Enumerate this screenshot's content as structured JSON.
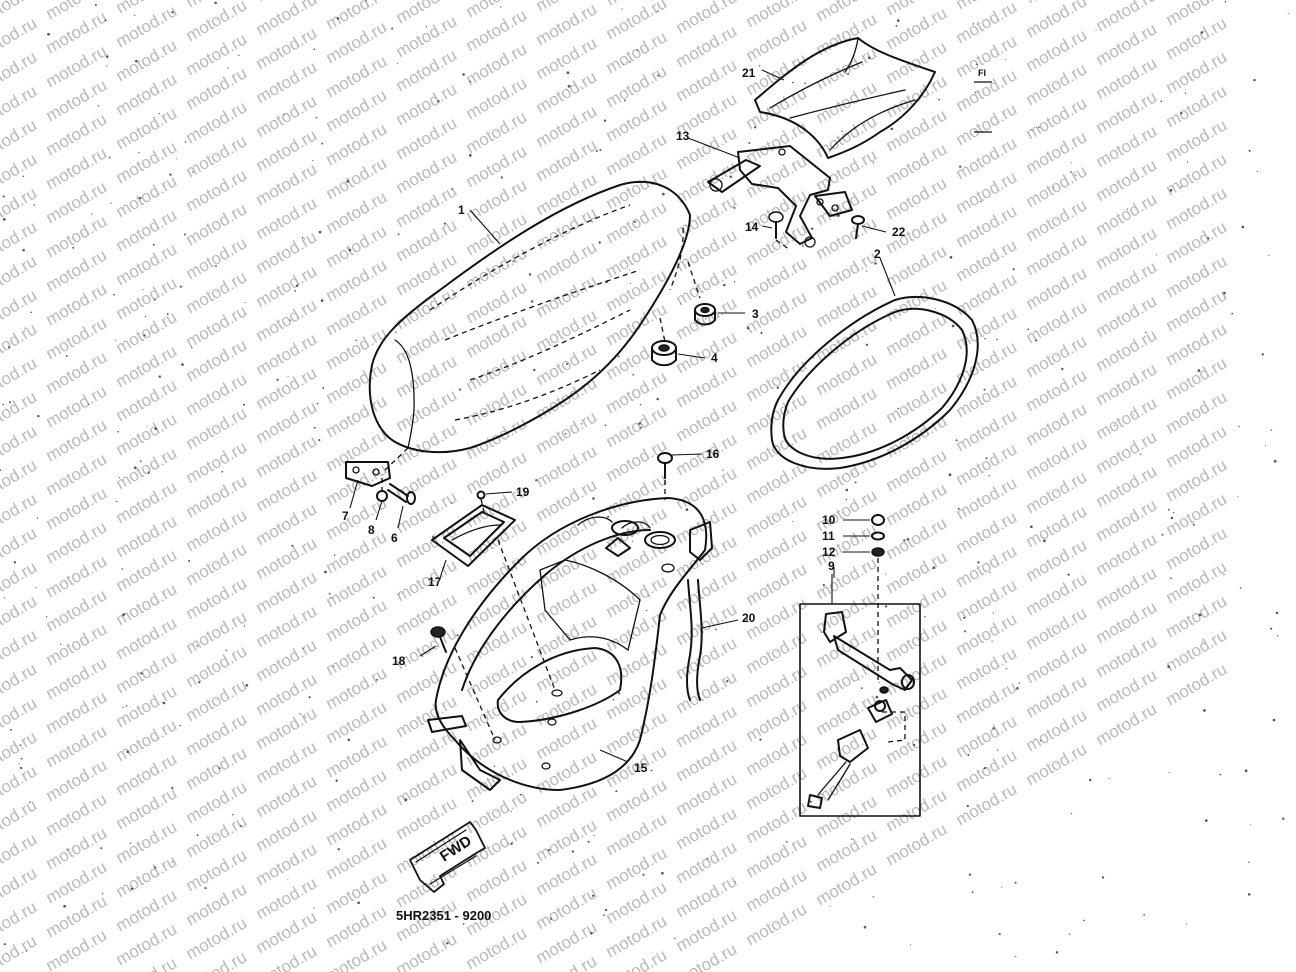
{
  "watermark": {
    "text": "motod.ru"
  },
  "drawing_code": "5HR2351 - 9200",
  "corner_mark": "FI",
  "fwd_label": "FWD",
  "callouts": [
    {
      "id": "1",
      "label": "1"
    },
    {
      "id": "2",
      "label": "2"
    },
    {
      "id": "3",
      "label": "3"
    },
    {
      "id": "4",
      "label": "4"
    },
    {
      "id": "6",
      "label": "6"
    },
    {
      "id": "7",
      "label": "7"
    },
    {
      "id": "8",
      "label": "8"
    },
    {
      "id": "9",
      "label": "9"
    },
    {
      "id": "10",
      "label": "10"
    },
    {
      "id": "11",
      "label": "11"
    },
    {
      "id": "12",
      "label": "12"
    },
    {
      "id": "13",
      "label": "13"
    },
    {
      "id": "14",
      "label": "14"
    },
    {
      "id": "15",
      "label": "15"
    },
    {
      "id": "16",
      "label": "16"
    },
    {
      "id": "17",
      "label": "17"
    },
    {
      "id": "18",
      "label": "18"
    },
    {
      "id": "19",
      "label": "19"
    },
    {
      "id": "20",
      "label": "20"
    },
    {
      "id": "21",
      "label": "21"
    },
    {
      "id": "22",
      "label": "22"
    }
  ]
}
